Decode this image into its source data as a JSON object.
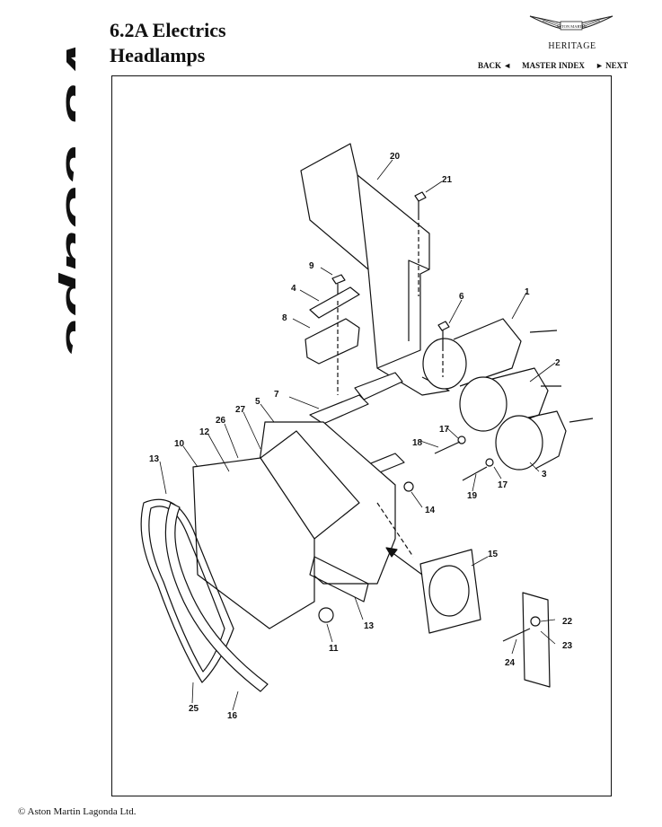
{
  "header": {
    "title_line1": "6.2A Electrics",
    "title_line2": "Headlamps",
    "brand_vertical": "V8 coupe",
    "logo_text": "ASTON MARTIN",
    "heritage": "HERITAGE",
    "nav": {
      "back": "BACK ◄",
      "master_index": "MASTER INDEX",
      "next": "► NEXT"
    }
  },
  "diagram": {
    "callouts": [
      "1",
      "2",
      "3",
      "4",
      "5",
      "6",
      "7",
      "8",
      "9",
      "10",
      "11",
      "12",
      "13",
      "13",
      "14",
      "15",
      "16",
      "17",
      "17",
      "18",
      "19",
      "20",
      "21",
      "22",
      "23",
      "24",
      "25",
      "26",
      "27"
    ]
  },
  "footer": {
    "copyright": "© Aston Martin Lagonda Ltd."
  }
}
